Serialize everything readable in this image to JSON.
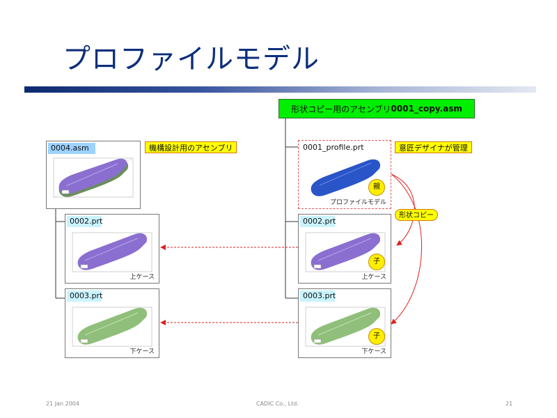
{
  "slide": {
    "title": "プロファイルモデル",
    "top_assembly": {
      "prefix": "形状コピー用のアセンブリ ",
      "name": "0001_copy.asm"
    },
    "left": {
      "asm": {
        "name": "0004.asm"
      },
      "asm_label": "機構設計用のアセンブリ",
      "parts": [
        {
          "name": "0002.prt",
          "caption": "上ケース",
          "color": "purple"
        },
        {
          "name": "0003.prt",
          "caption": "下ケース",
          "color": "green"
        }
      ]
    },
    "right": {
      "profile": {
        "name": "0001_profile.prt",
        "caption": "プロファイルモデル",
        "badge": "親"
      },
      "profile_label": "意匠デザイナが管理",
      "copy_label": "形状コピー",
      "parts": [
        {
          "name": "0002.prt",
          "caption": "上ケース",
          "badge": "子",
          "color": "purple"
        },
        {
          "name": "0003.prt",
          "caption": "下ケース",
          "badge": "子",
          "color": "green"
        }
      ]
    },
    "footer": {
      "date": "21 Jan 2004",
      "company": "CADIC Co., Ltd.",
      "page": "21"
    }
  },
  "colors": {
    "title": "#0d2f7a",
    "top_box": "#00ee00",
    "asm_tag": "#9dd2ff",
    "prt_tag": "#c9f3ff",
    "label_yellow": "#ffff00",
    "arrow_red": "#e02020",
    "model_purple": "#8a6fd0",
    "model_blue": "#2a55c8",
    "model_green": "#8fbf7a"
  }
}
